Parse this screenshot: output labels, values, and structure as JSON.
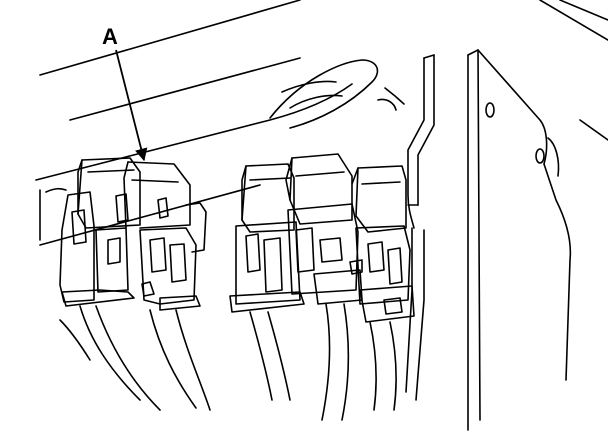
{
  "diagram": {
    "callouts": [
      {
        "id": "A",
        "label": "A",
        "target": "relay-connector-a"
      }
    ]
  },
  "colors": {
    "ink": "#000000",
    "paper": "#ffffff"
  }
}
